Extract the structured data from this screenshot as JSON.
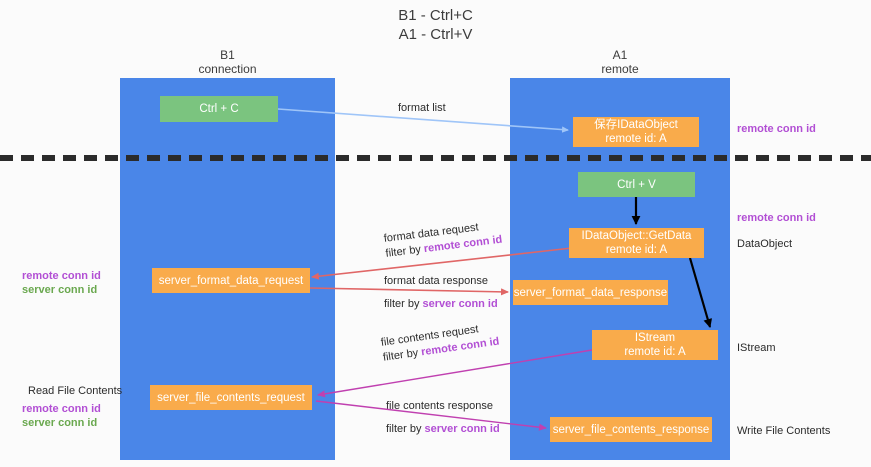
{
  "title": {
    "line1": "B1 - Ctrl+C",
    "line2": "A1 - Ctrl+V"
  },
  "columns": [
    {
      "id": "b1",
      "name": "B1",
      "role": "connection"
    },
    {
      "id": "a1",
      "name": "A1",
      "role": "remote"
    }
  ],
  "nodes": {
    "ctrl_c": {
      "line1": "Ctrl + C",
      "line2": ""
    },
    "idataobject_store": {
      "line1": "保存IDataObject",
      "line2": "remote id: A"
    },
    "ctrl_v": {
      "line1": "Ctrl + V",
      "line2": ""
    },
    "getdata": {
      "line1": "IDataObject::GetData",
      "line2": "remote id: A"
    },
    "server_format_data_request": {
      "line1": "server_format_data_request",
      "line2": ""
    },
    "server_format_data_response": {
      "line1": "server_format_data_response",
      "line2": ""
    },
    "istream": {
      "line1": "IStream",
      "line2": "remote id: A"
    },
    "server_file_contents_request": {
      "line1": "server_file_contents_request",
      "line2": ""
    },
    "server_file_contents_response": {
      "line1": "server_file_contents_response",
      "line2": ""
    }
  },
  "edge_labels": {
    "format_list": "format list",
    "format_data_request": "format data request",
    "format_data_request_filter_prefix": "filter by ",
    "format_data_request_filter_key": "remote conn id",
    "format_data_response": "format data response",
    "format_data_response_filter_prefix": "filter by ",
    "format_data_response_filter_key": "server conn id",
    "file_contents_request": "file contents request",
    "file_contents_request_filter_prefix": "filter by ",
    "file_contents_request_filter_key": "remote conn id",
    "file_contents_response": "file contents response",
    "file_contents_response_filter_prefix": "filter by ",
    "file_contents_response_filter_key": "server conn id"
  },
  "right_labels": {
    "remote_conn_id_top": "remote conn id",
    "remote_conn_id_mid": "remote conn id",
    "dataobject": "DataObject",
    "istream": "IStream",
    "write_file_contents": "Write File Contents"
  },
  "left_labels": {
    "remote_conn_id": "remote conn id",
    "server_conn_id": "server conn id",
    "read_file_contents": "Read File Contents",
    "remote_conn_id_2": "remote conn id",
    "server_conn_id_2": "server conn id"
  },
  "colors": {
    "lane": "#4a86e8",
    "node_green": "#7bc47f",
    "node_orange": "#f9ab4b",
    "key_purple": "#b24fd4",
    "key_green": "#6aa84f",
    "arrow_blue": "#9fc5f8",
    "arrow_red": "#e06666",
    "arrow_magenta": "#c040b0",
    "arrow_black": "#000000",
    "divider": "#2b2b2b"
  }
}
